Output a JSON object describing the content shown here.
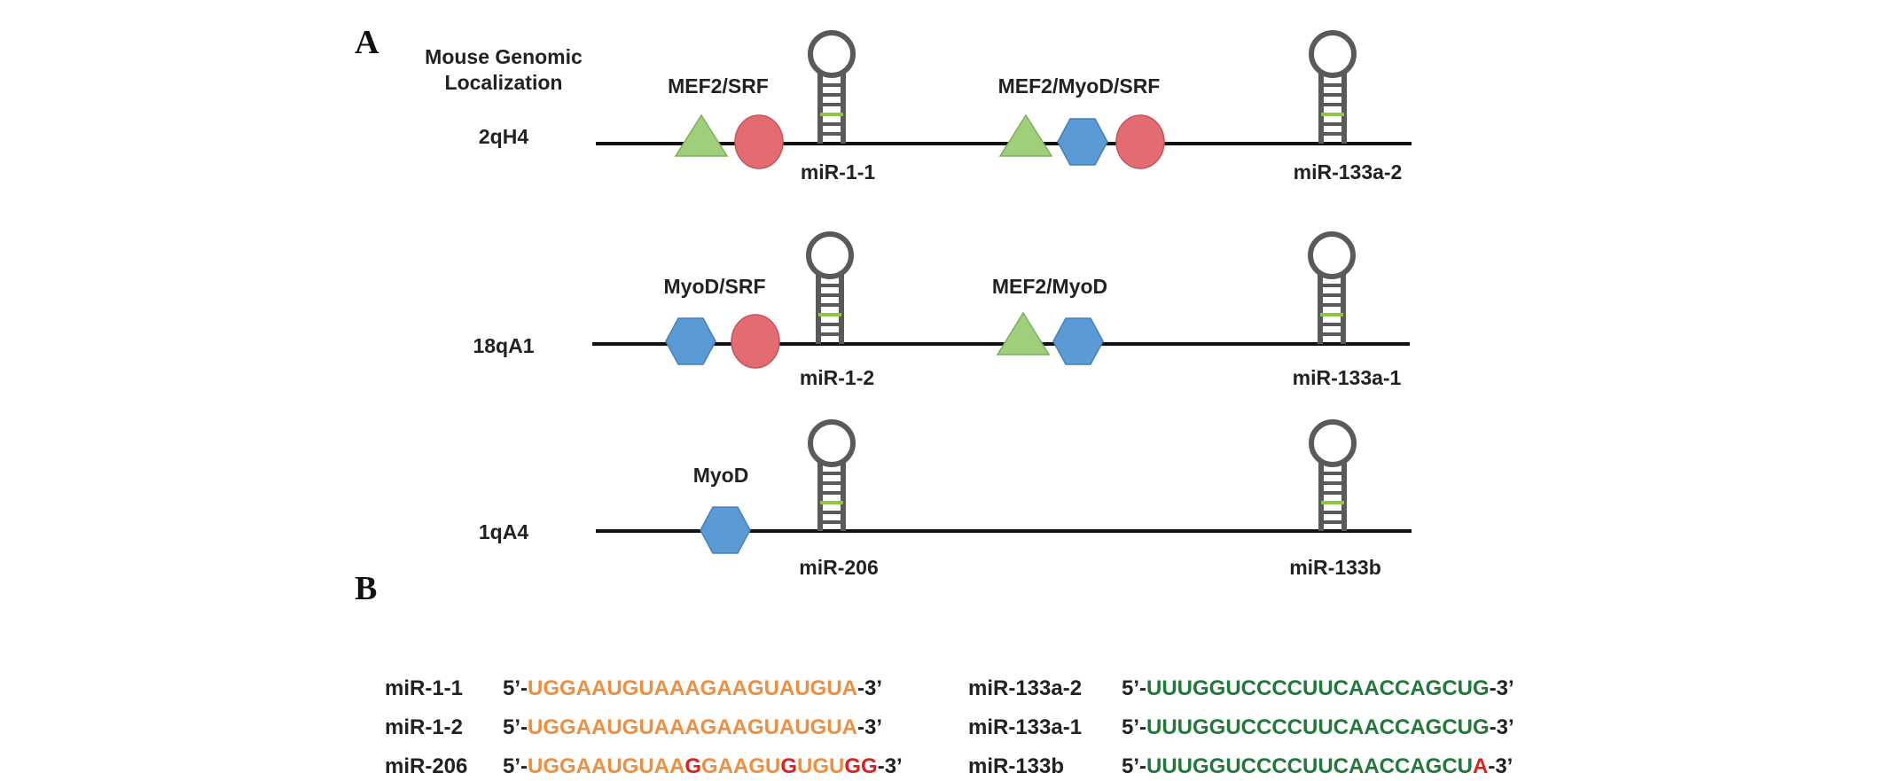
{
  "panels": {
    "a": "A",
    "b": "B"
  },
  "header": {
    "line1": "Mouse Genomic",
    "line2": "Localization"
  },
  "colors": {
    "triangle": "#9fcf7b",
    "circle": "#e36b72",
    "hexagon": "#5b9bd5",
    "hairpin": "#5a5a5a",
    "hairpin_accent": "#8cc63f",
    "seq_orange": "#f08e3e",
    "seq_green": "#1f7a3a",
    "seq_red": "#e0201b"
  },
  "rows": [
    {
      "chromosome": "2qH4",
      "clusters": [
        {
          "label": "MEF2/SRF",
          "shapes": [
            "triangle",
            "circle"
          ]
        },
        {
          "label": "MEF2/MyoD/SRF",
          "shapes": [
            "triangle",
            "hexagon",
            "circle"
          ]
        }
      ],
      "mirnas": [
        "miR-1-1",
        "miR-133a-2"
      ]
    },
    {
      "chromosome": "18qA1",
      "clusters": [
        {
          "label": "MyoD/SRF",
          "shapes": [
            "hexagon",
            "circle"
          ]
        },
        {
          "label": "MEF2/MyoD",
          "shapes": [
            "triangle",
            "hexagon"
          ]
        }
      ],
      "mirnas": [
        "miR-1-2",
        "miR-133a-1"
      ]
    },
    {
      "chromosome": "1qA4",
      "clusters": [
        {
          "label": "MyoD",
          "shapes": [
            "hexagon"
          ]
        }
      ],
      "mirnas": [
        "miR-206",
        "miR-133b"
      ]
    }
  ],
  "sequences": [
    {
      "name": "miR-1-1",
      "parts": [
        [
          "5’-",
          "black"
        ],
        [
          "UGGAAUGUAAAGAAGUAUGUA",
          "orange"
        ],
        [
          "-3’",
          "black"
        ]
      ]
    },
    {
      "name": "miR-1-2",
      "parts": [
        [
          "5’-",
          "black"
        ],
        [
          "UGGAAUGUAAAGAAGUAUGUA",
          "orange"
        ],
        [
          "-3’",
          "black"
        ]
      ]
    },
    {
      "name": "miR-206",
      "parts": [
        [
          "5’-",
          "black"
        ],
        [
          "UGGAAUGUAA",
          "orange"
        ],
        [
          "G",
          "red"
        ],
        [
          "GAAGU",
          "orange"
        ],
        [
          "G",
          "red"
        ],
        [
          "UGU",
          "orange"
        ],
        [
          "GG",
          "red"
        ],
        [
          "-3’",
          "black"
        ]
      ]
    },
    {
      "name": "miR-133a-2",
      "parts": [
        [
          "5’-",
          "black"
        ],
        [
          "UUUGGUCCCCUUCAACCAGCUG",
          "green"
        ],
        [
          "-3’",
          "black"
        ]
      ]
    },
    {
      "name": "miR-133a-1",
      "parts": [
        [
          "5’-",
          "black"
        ],
        [
          "UUUGGUCCCCUUCAACCAGCUG",
          "green"
        ],
        [
          "-3’",
          "black"
        ]
      ]
    },
    {
      "name": "miR-133b",
      "parts": [
        [
          "5’-",
          "black"
        ],
        [
          "UUUGGUCCCCUUCAACCAGCU",
          "green"
        ],
        [
          "A",
          "red"
        ],
        [
          "-3’",
          "black"
        ]
      ]
    }
  ]
}
